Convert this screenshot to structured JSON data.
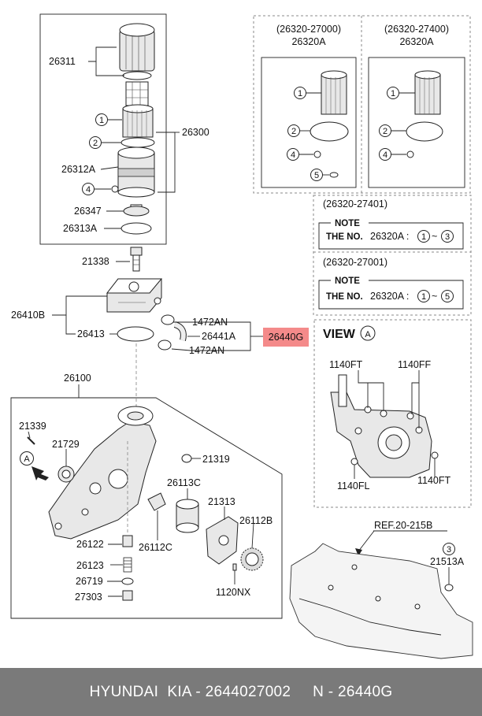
{
  "labels": {
    "p26311": "26311",
    "p26300": "26300",
    "p26312A": "26312A",
    "p26347": "26347",
    "p26313A": "26313A",
    "p21338": "21338",
    "p26410B": "26410B",
    "p26413": "26413",
    "p1472AN_top": "1472AN",
    "p26441A": "26441A",
    "p1472AN_bot": "1472AN",
    "p26440G": "26440G",
    "p26100": "26100",
    "p21339": "21339",
    "p21729": "21729",
    "p21319": "21319",
    "p26113C": "26113C",
    "p21313": "21313",
    "p26112B": "26112B",
    "p26122": "26122",
    "p26112C": "26112C",
    "p26123": "26123",
    "p26719": "26719",
    "p27303": "27303",
    "p1120NX": "1120NX",
    "ref": "REF.20-215B",
    "p21513A": "21513A"
  },
  "callouts": {
    "c1": "1",
    "c2": "2",
    "c3": "3",
    "c4": "4",
    "c5": "5",
    "cA": "A"
  },
  "kit_a": {
    "code": "(26320-27000)",
    "name": "26320A"
  },
  "kit_b": {
    "code": "(26320-27400)",
    "name": "26320A"
  },
  "note_a": {
    "code": "(26320-27401)",
    "title": "NOTE",
    "prefix": "THE NO.",
    "part": "26320A :",
    "from": "1",
    "tilde": "~",
    "to": "3"
  },
  "note_b": {
    "code": "(26320-27001)",
    "title": "NOTE",
    "prefix": "THE NO.",
    "part": "26320A :",
    "from": "1",
    "tilde": "~",
    "to": "5"
  },
  "view": {
    "title": "VIEW",
    "marker": "A",
    "bolt_1140FT_top": "1140FT",
    "bolt_1140FF": "1140FF",
    "bolt_1140FL": "1140FL",
    "bolt_1140FT_bot": "1140FT"
  },
  "footer": {
    "text": "HYUNDAI  KIA - 2644027002     N - 26440G"
  },
  "colors": {
    "highlight": "#f48a8a",
    "footer_bg": "#7a7a7a"
  }
}
